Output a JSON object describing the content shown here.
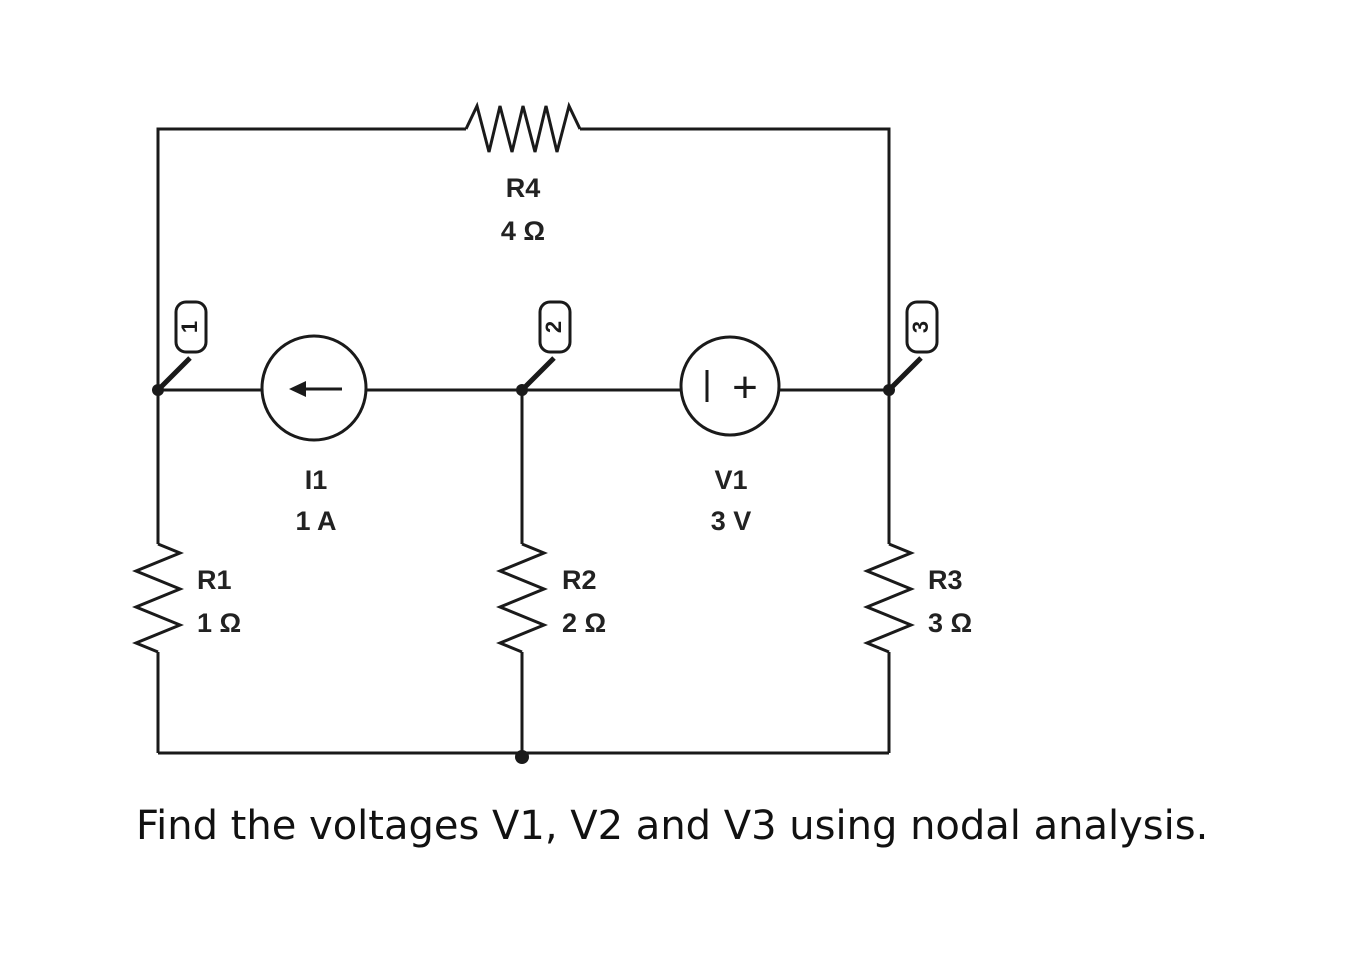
{
  "components": {
    "r4": {
      "name": "R4",
      "value": "4 Ω"
    },
    "r1": {
      "name": "R1",
      "value": "1 Ω"
    },
    "r2": {
      "name": "R2",
      "value": "2 Ω"
    },
    "r3": {
      "name": "R3",
      "value": "3 Ω"
    },
    "i1": {
      "name": "I1",
      "value": "1 A"
    },
    "v1": {
      "name": "V1",
      "value": "3 V",
      "polarity_mark": "+"
    }
  },
  "nodes": [
    "1",
    "2",
    "3"
  ],
  "question": "Find the voltages V1, V2 and V3 using nodal analysis.",
  "colors": {
    "wire": "#1a1a1a",
    "text": "#222222"
  }
}
